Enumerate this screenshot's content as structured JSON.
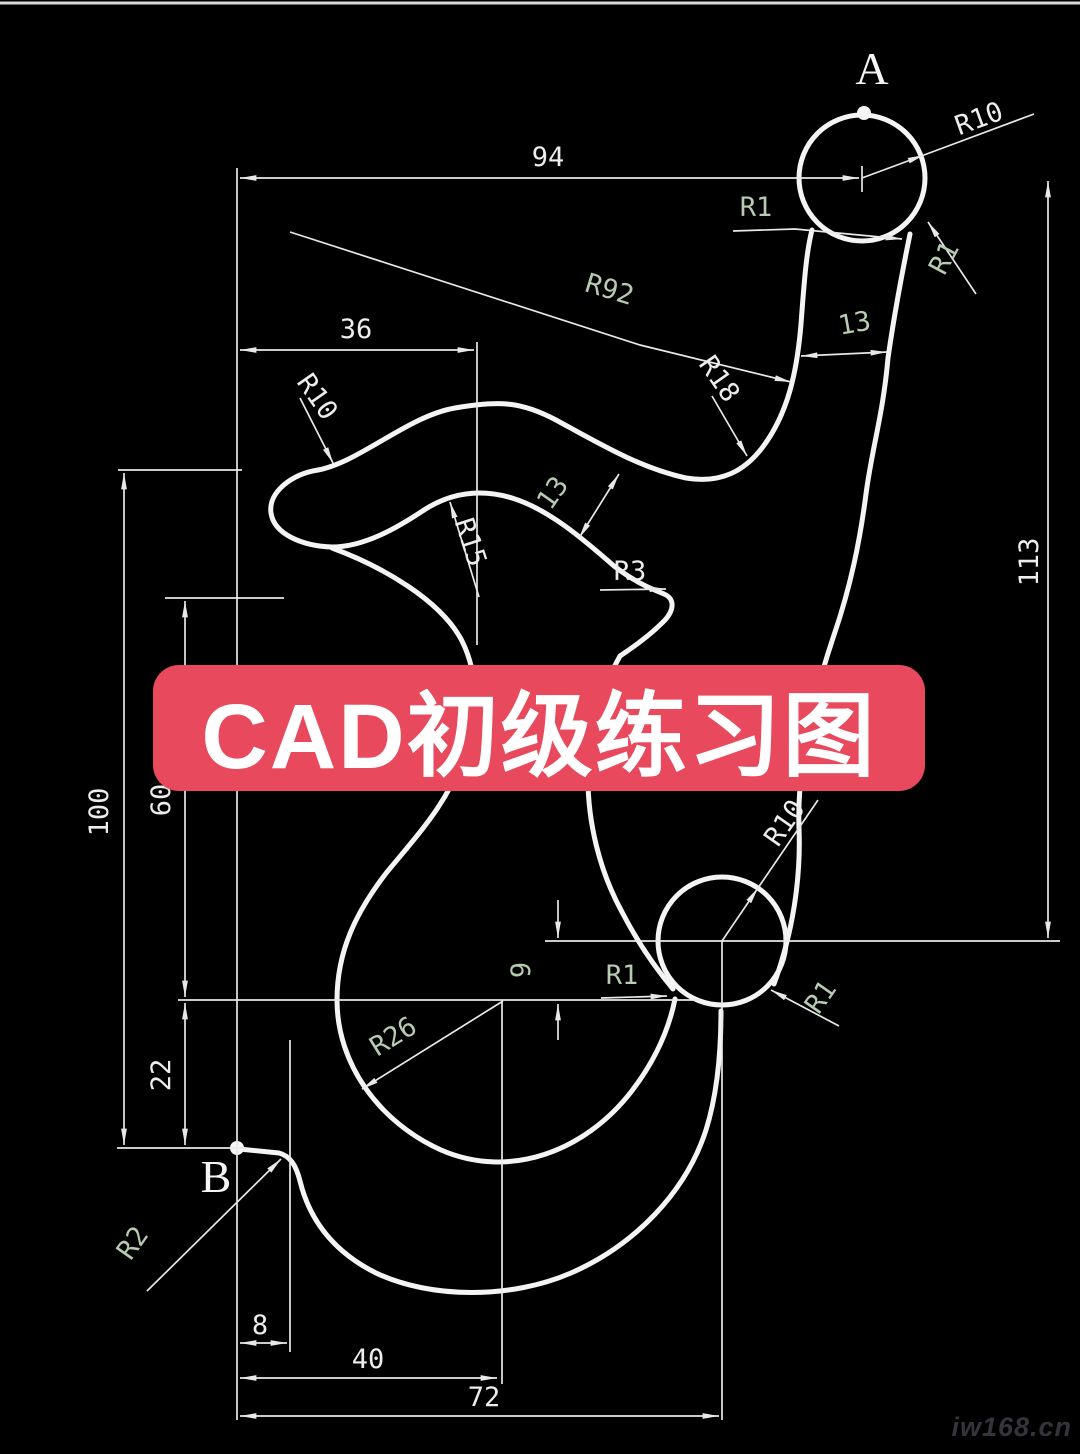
{
  "title_banner": {
    "text": "CAD初级练习图"
  },
  "watermark": {
    "text": "iw168.cn"
  },
  "points": {
    "a": "A",
    "b": "B"
  },
  "dimensions": {
    "top_width": "94",
    "upper_left_width": "36",
    "left_height": "100",
    "left_mid_height": "60",
    "left_lower_height": "22",
    "bottom_offset": "8",
    "bottom_mid_width": "40",
    "bottom_width": "72",
    "right_height": "113",
    "knob_drop": "9",
    "neck_width": "13",
    "arm_width": "13"
  },
  "radii": {
    "top_ball": "R10",
    "arm_cap": "R10",
    "knob": "R10",
    "neck_fillet_left": "R1",
    "neck_fillet_right": "R1",
    "knob_fillet_left": "R1",
    "knob_fillet_right": "R1",
    "big_sweep": "R92",
    "neck_blend": "R18",
    "bowl_blend": "R15",
    "turn_fillet": "R3",
    "bowl_inner": "R26",
    "tail_fillet": "R2"
  },
  "colors": {
    "background": "#000000",
    "line": "#f4f4f4",
    "dim_text": "#ededed",
    "green_text": "#b6cbb0",
    "banner_bg": "#e8495c",
    "banner_text": "#ffffff",
    "watermark": "#34343c"
  }
}
